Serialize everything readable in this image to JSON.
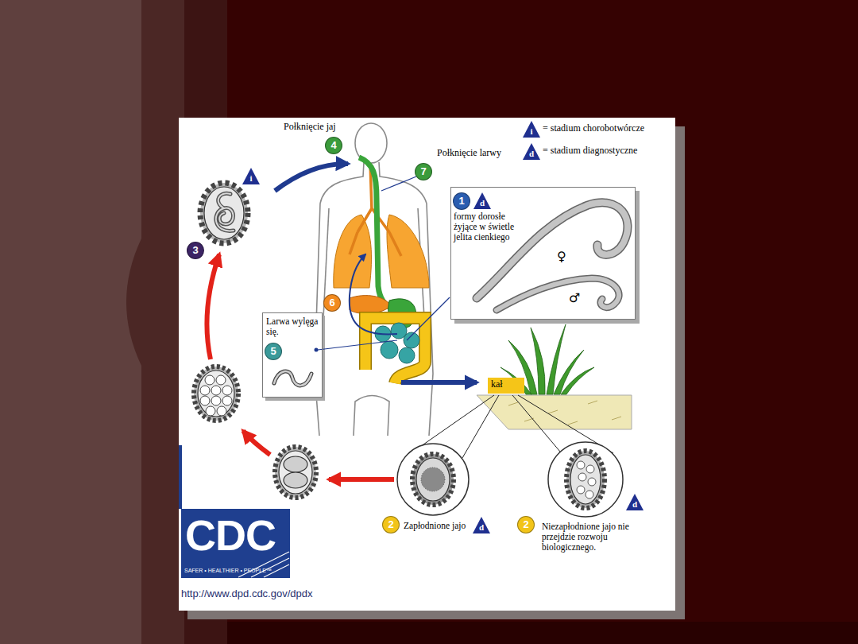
{
  "diagram": {
    "nodes": [
      {
        "text": [
          "4"
        ]
      },
      {
        "text": [
          "7"
        ]
      },
      {
        "text": [
          "i"
        ]
      },
      {
        "text": [
          "d"
        ]
      },
      {
        "text": [
          "i"
        ]
      },
      {
        "text": [
          "formy dorosłe żyjące w świetle jelita cienkiego",
          "♀",
          "♂"
        ]
      },
      {
        "text": [
          "1"
        ],
        "in": 5
      },
      {
        "text": [
          "d"
        ],
        "in": 5
      },
      {
        "text": [
          "3"
        ]
      },
      {
        "text": [
          "6"
        ]
      },
      {
        "text": [
          "Larwa wylęga się."
        ]
      },
      {
        "text": [
          "5"
        ],
        "in": 10
      },
      {
        "text": [
          "kał"
        ]
      },
      {
        "text": [
          "2"
        ]
      },
      {
        "text": [
          "d"
        ]
      },
      {
        "text": [
          "2"
        ]
      },
      {
        "text": [
          "d"
        ]
      }
    ],
    "labels": [
      "Połknięcie jaj",
      "Połknięcie larwy",
      "= stadium chorobotwórcze",
      "= stadium diagnostyczne",
      "Zapłodnione jajo",
      "Niezapłodnione jajo nie przejdzie rozwoju biologicznego.",
      "CDC",
      "SAFER • HEALTHIER • PEOPLE™",
      "http://www.dpd.cdc.gov/dpdx"
    ]
  }
}
